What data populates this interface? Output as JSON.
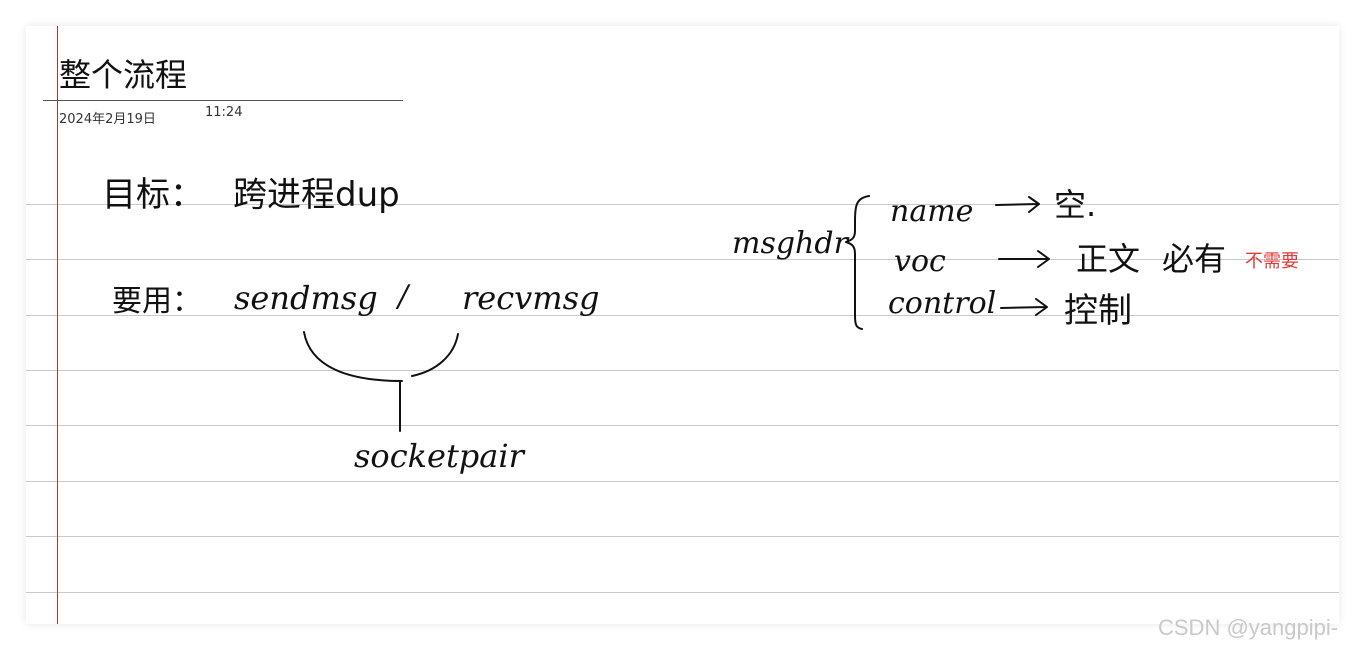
{
  "note": {
    "title": "整个流程",
    "date": "2024年2月19日",
    "time": "11:24"
  },
  "handwriting": {
    "goal_label": "目标：",
    "goal_text": "跨进程dup",
    "use_label": "要用：",
    "sendmsg": "sendmsg",
    "slash": "/",
    "recvmsg": "recvmsg",
    "socketpair": "socketpair",
    "msghdr": "msghdr",
    "field_name": "name",
    "field_name_desc": "空.",
    "field_voc": "voc",
    "field_voc_desc": "正文",
    "field_voc_note": "必有",
    "field_control": "control",
    "field_control_desc": "控制"
  },
  "annotation": {
    "red_note": "不需要"
  },
  "watermark": {
    "text": "CSDN @yangpipi-"
  },
  "colors": {
    "ink": "#111111",
    "red_note": "#e23b3b",
    "rule_line": "#c9c9c9",
    "margin_line": "#a33a3a",
    "watermark": "#c9c9c9"
  }
}
